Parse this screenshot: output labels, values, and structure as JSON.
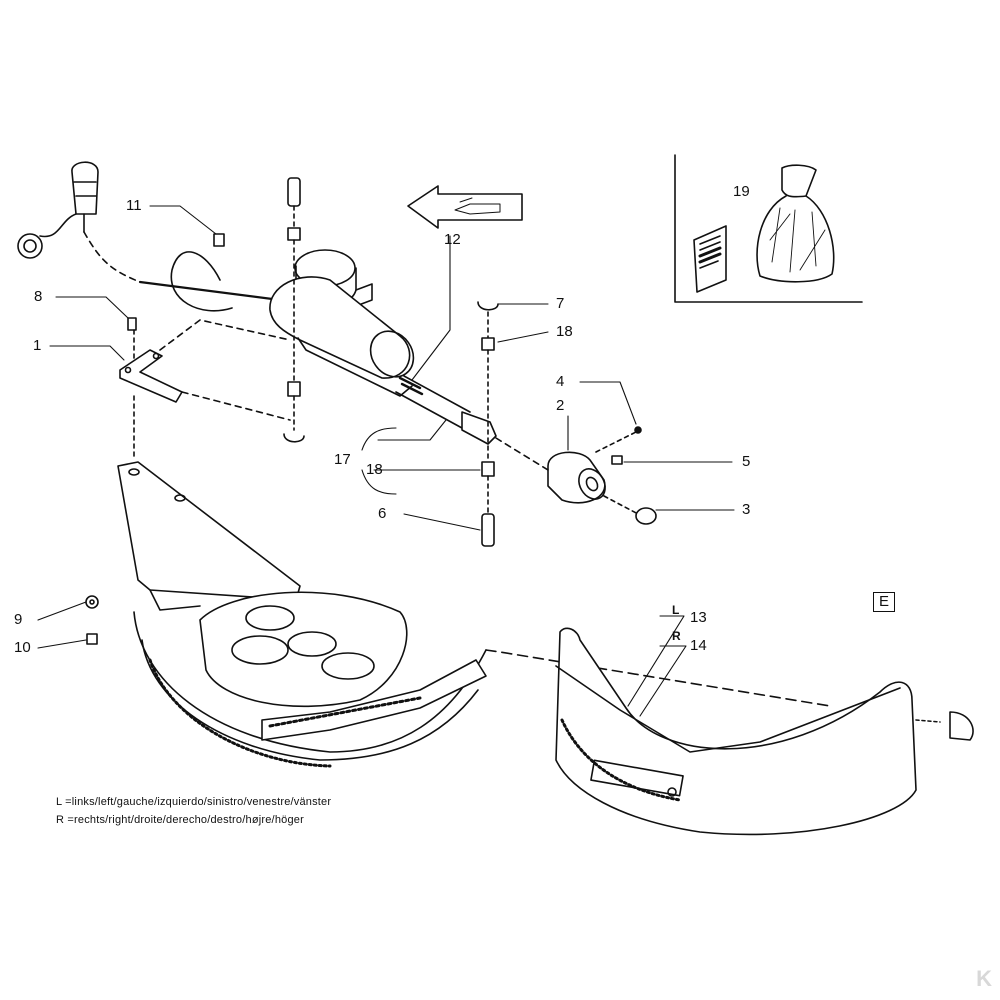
{
  "callouts": {
    "p1": "1",
    "p2": "2",
    "p3": "3",
    "p4": "4",
    "p5": "5",
    "p6": "6",
    "p7": "7",
    "p8": "8",
    "p9": "9",
    "p10": "10",
    "p11": "11",
    "p12": "12",
    "p13": "13",
    "p14": "14",
    "p17": "17",
    "p18a": "18",
    "p18b": "18",
    "p19": "19",
    "side_left": "L",
    "side_right": "R"
  },
  "view_label": "E",
  "legend": {
    "left": "L  =links/left/gauche/izquierdo/sinistro/venestre/vänster",
    "right": "R  =rechts/right/droite/derecho/destro/højre/höger"
  },
  "watermark": "K",
  "colors": {
    "ink": "#111111",
    "paper": "#ffffff",
    "watermark": "#d8d8d8"
  }
}
